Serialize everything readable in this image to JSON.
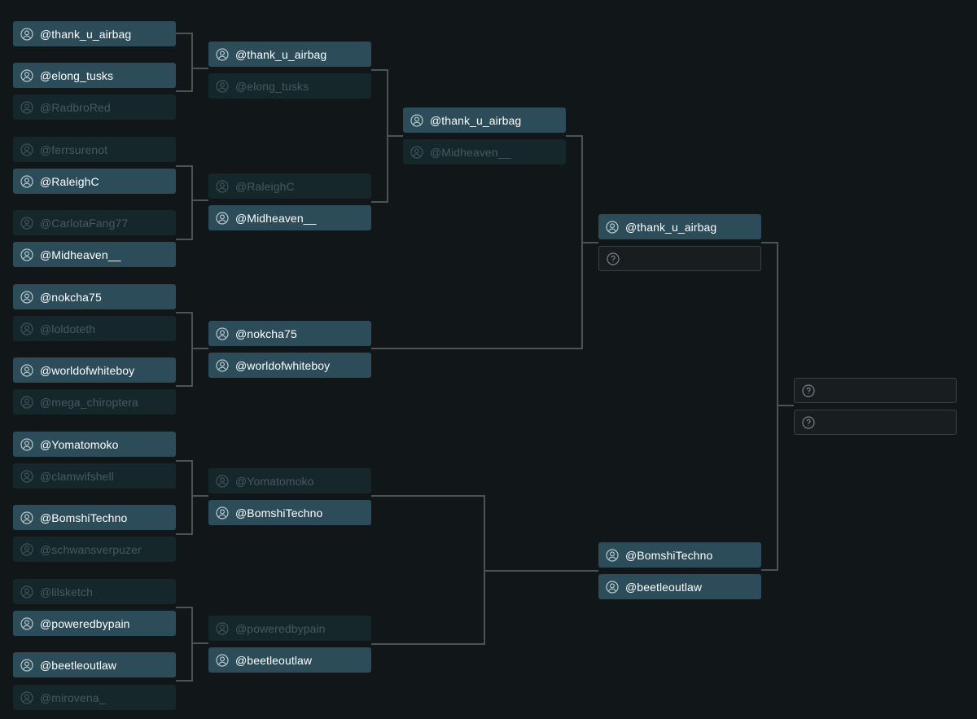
{
  "rounds": [
    {
      "name": "round-1",
      "slots": [
        {
          "user": "@thank_u_airbag",
          "status": "active"
        },
        {
          "user": "@elong_tusks",
          "status": "active"
        },
        {
          "user": "@RadbroRed",
          "status": "eliminated"
        },
        {
          "user": "@ferrsurenot",
          "status": "eliminated"
        },
        {
          "user": "@RaleighC",
          "status": "active"
        },
        {
          "user": "@CarlotaFang77",
          "status": "eliminated"
        },
        {
          "user": "@Midheaven__",
          "status": "active"
        },
        {
          "user": "@nokcha75",
          "status": "active"
        },
        {
          "user": "@loldoteth",
          "status": "eliminated"
        },
        {
          "user": "@worldofwhiteboy",
          "status": "active"
        },
        {
          "user": "@mega_chiroptera",
          "status": "eliminated"
        },
        {
          "user": "@Yomatomoko",
          "status": "active"
        },
        {
          "user": "@clamwifshell",
          "status": "eliminated"
        },
        {
          "user": "@BomshiTechno",
          "status": "active"
        },
        {
          "user": "@schwansverpuzer",
          "status": "eliminated"
        },
        {
          "user": "@lilsketch",
          "status": "eliminated"
        },
        {
          "user": "@poweredbypain",
          "status": "active"
        },
        {
          "user": "@beetleoutlaw",
          "status": "active"
        },
        {
          "user": "@mirovena_",
          "status": "eliminated"
        }
      ]
    },
    {
      "name": "round-2",
      "slots": [
        {
          "user": "@thank_u_airbag",
          "status": "active"
        },
        {
          "user": "@elong_tusks",
          "status": "eliminated"
        },
        {
          "user": "@RaleighC",
          "status": "eliminated"
        },
        {
          "user": "@Midheaven__",
          "status": "active"
        },
        {
          "user": "@nokcha75",
          "status": "active"
        },
        {
          "user": "@worldofwhiteboy",
          "status": "active"
        },
        {
          "user": "@Yomatomoko",
          "status": "eliminated"
        },
        {
          "user": "@BomshiTechno",
          "status": "active"
        },
        {
          "user": "@poweredbypain",
          "status": "eliminated"
        },
        {
          "user": "@beetleoutlaw",
          "status": "active"
        }
      ]
    },
    {
      "name": "round-3",
      "slots": [
        {
          "user": "@thank_u_airbag",
          "status": "active"
        },
        {
          "user": "@Midheaven__",
          "status": "eliminated"
        }
      ]
    },
    {
      "name": "round-4",
      "slots": [
        {
          "user": "@thank_u_airbag",
          "status": "active"
        },
        {
          "user": "",
          "status": "tbd"
        },
        {
          "user": "@BomshiTechno",
          "status": "active"
        },
        {
          "user": "@beetleoutlaw",
          "status": "active"
        }
      ]
    },
    {
      "name": "final",
      "slots": [
        {
          "user": "",
          "status": "tbd"
        },
        {
          "user": "",
          "status": "tbd"
        }
      ]
    }
  ],
  "icons": {
    "player": "user-circle-icon",
    "unknown": "question-circle-icon"
  },
  "colors": {
    "background": "#111619",
    "active_slot": "#2b4c58",
    "eliminated_slot": "#16272c",
    "tbd_slot": "#181d20",
    "connector": "#4a5356"
  }
}
